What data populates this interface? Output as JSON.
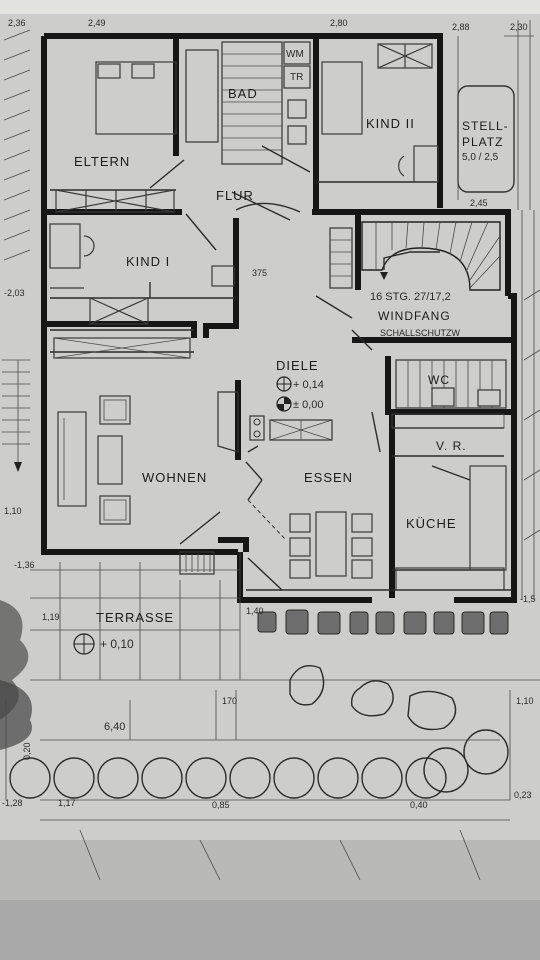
{
  "rooms": {
    "eltern": "ELTERN",
    "bad": "BAD",
    "wm": "WM",
    "tr": "TR",
    "kind2": "KIND II",
    "stellplatz_1": "STELL-",
    "stellplatz_2": "PLATZ",
    "stellplatz_3": "5,0 / 2,5",
    "flur": "FLUR",
    "kind1": "KIND I",
    "windfang": "WINDFANG",
    "stairs": "16 STG. 27/17,2",
    "schallschutz": "SCHALLSCHUTZW",
    "diele": "DIELE",
    "wc": "WC",
    "wohnen": "WOHNEN",
    "essen": "ESSEN",
    "vr": "V. R.",
    "kueche": "KÜCHE",
    "terrasse": "TERRASSE"
  },
  "levels": {
    "diele_1": "+ 0,14",
    "diele_2": "± 0,00",
    "terrasse": "+ 0,10"
  },
  "dimensions": {
    "d_375": "375",
    "d_236": "2,36",
    "d_249": "2,49",
    "d_280": "2,80",
    "d_288": "2,88",
    "d_230": "2,30",
    "d_203": "-2,03",
    "d_245": "2,45",
    "d_110a": "1,10",
    "d_136": "-1,36",
    "d_119": "1,19",
    "d_140": "1,40",
    "d_150": "-1,5",
    "d_170": "170",
    "d_640": "6,40",
    "d_110b": "1,10",
    "d_128": "-1,28",
    "d_117": "1,17",
    "d_085": "0,85",
    "d_040": "0,40",
    "d_023": "0,23",
    "d_020": "0,20"
  }
}
